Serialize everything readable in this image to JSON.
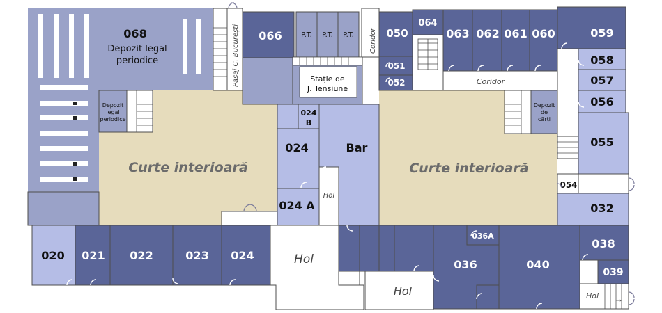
{
  "colors": {
    "dark_room": "#5a6598",
    "medium_room": "#9aa2c8",
    "light_room": "#b5bde6",
    "courtyard": "#e6dcbc",
    "corridor": "#ffffff",
    "wall": "#4d4d4d"
  },
  "rooms": {
    "r068": {
      "number": "068",
      "line1": "Depozit legal",
      "line2": "periodice"
    },
    "r066": {
      "number": "066"
    },
    "pt1": "P.T.",
    "pt2": "P.T.",
    "pt3": "P.T.",
    "pasaj": "Pasaj C. București",
    "coridor_v": "Coridor",
    "r050": "050",
    "r051": "051",
    "r052": "052",
    "statie": {
      "line1": "Stație de",
      "line2": "J. Tensiune"
    },
    "r064": "064",
    "r063": "063",
    "r062": "062",
    "r061": "061",
    "r060": "060",
    "r059": "059",
    "r058": "058",
    "r057": "057",
    "r056": "056",
    "r055": "055",
    "r054": "054",
    "r032": "032",
    "coridor_h": "Coridor",
    "depozit_left": {
      "line1": "Depozit",
      "line2": "legal",
      "line3": "periodice"
    },
    "depozit_carti": {
      "line1": "Depozit",
      "line2": "de",
      "line3": "cărți"
    },
    "curte_left": "Curte interioară",
    "curte_right": "Curte interioară",
    "r024b": {
      "line1": "024",
      "line2": "B"
    },
    "r024_mid": "024",
    "bar": "Bar",
    "r024a": "024 A",
    "hol_small": "Hol",
    "r020": "020",
    "r021": "021",
    "r022": "022",
    "r023": "023",
    "r024_bottom": "024",
    "hol_big": "Hol",
    "hol_center": "Hol",
    "r036a": "036A",
    "r036": "036",
    "r040": "040",
    "r038": "038",
    "r039": "039",
    "hol_right": "Hol"
  }
}
